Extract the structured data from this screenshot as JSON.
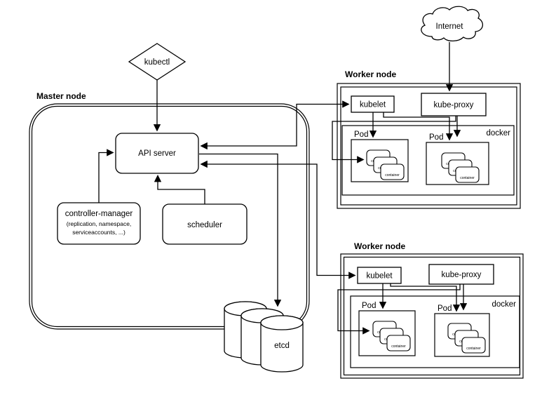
{
  "colors": {
    "background": "#ffffff",
    "stroke": "#000000",
    "text": "#000000"
  },
  "nodes": {
    "kubectl": "kubectl",
    "internet": "Internet",
    "master": {
      "title": "Master node",
      "api_server": "API server",
      "controller_manager": {
        "name": "controller-manager",
        "detail1": "(replication, namespace,",
        "detail2": "serviceaccounts, ...)"
      },
      "scheduler": "scheduler",
      "etcd": "etcd"
    },
    "workers": [
      {
        "title": "Worker node",
        "kubelet": "kubelet",
        "kube_proxy": "kube-proxy",
        "docker": "docker",
        "pods": [
          {
            "label": "Pod",
            "containers": [
              "container",
              "container",
              "container"
            ]
          },
          {
            "label": "Pod",
            "containers": [
              "container",
              "container",
              "container"
            ]
          }
        ]
      },
      {
        "title": "Worker node",
        "kubelet": "kubelet",
        "kube_proxy": "kube-proxy",
        "docker": "docker",
        "pods": [
          {
            "label": "Pod",
            "containers": [
              "container",
              "container",
              "container"
            ]
          },
          {
            "label": "Pod",
            "containers": [
              "container",
              "container",
              "container"
            ]
          }
        ]
      }
    ]
  }
}
